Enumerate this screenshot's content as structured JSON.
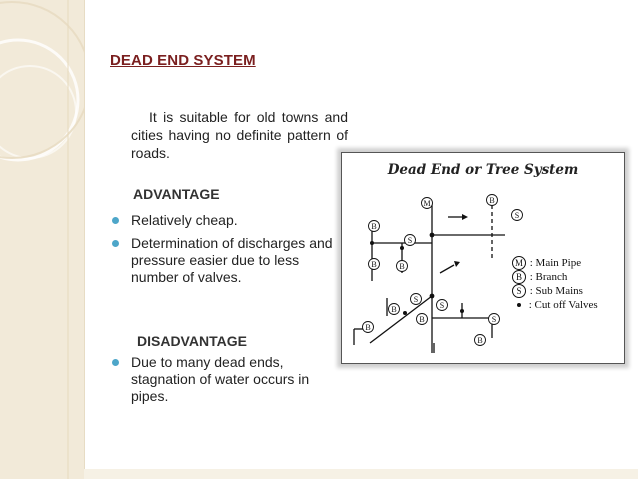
{
  "slide": {
    "title": "DEAD END SYSTEM",
    "intro": "It is suitable for old towns and cities having no definite pattern of roads.",
    "advantage_heading": "ADVANTAGE",
    "advantages": [
      "Relatively cheap.",
      "Determination of discharges and pressure easier due to less number of valves."
    ],
    "disadvantage_heading": "DISADVANTAGE",
    "disadvantages": [
      "Due to many dead ends, stagnation of water occurs in pipes."
    ]
  },
  "diagram": {
    "title": "Dead End or Tree System",
    "labels": {
      "main": "M",
      "branch": "B",
      "sub": "S"
    },
    "legend": [
      {
        "symbol": "M",
        "text": ": Main Pipe"
      },
      {
        "symbol": "B",
        "text": ": Branch"
      },
      {
        "symbol": "S",
        "text": ": Sub Mains"
      },
      {
        "symbol": "dot",
        "text": ": Cut off Valves"
      }
    ]
  },
  "theme": {
    "title_color": "#7a1f1f",
    "bullet_color": "#4da6c9",
    "sidebar_color": "#f2ead9"
  }
}
